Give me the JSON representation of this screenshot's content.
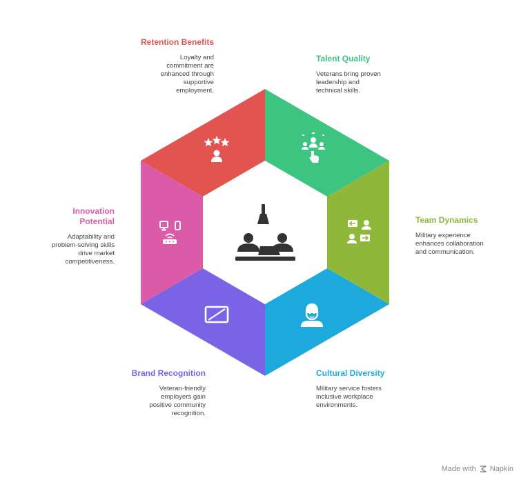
{
  "segments": [
    {
      "id": "retention",
      "title": "Retention Benefits",
      "desc": [
        "Loyalty and",
        "commitment are",
        "enhanced through",
        "supportive",
        "employment."
      ],
      "color": "#E2544F",
      "icon": "stars-person-icon"
    },
    {
      "id": "talent",
      "title": "Talent Quality",
      "desc": [
        "Veterans bring proven",
        "leadership and",
        "technical skills."
      ],
      "color": "#3DC481",
      "icon": "team-tap-icon"
    },
    {
      "id": "team",
      "title": "Team Dynamics",
      "desc": [
        "Military experience",
        "enhances collaboration",
        "and communication."
      ],
      "color": "#8FB83A",
      "icon": "exchange-people-icon"
    },
    {
      "id": "cultural",
      "title": "Cultural Diversity",
      "desc": [
        "Military service fosters",
        "inclusive workplace",
        "environments."
      ],
      "color": "#1EA9DC",
      "icon": "face-person-icon"
    },
    {
      "id": "brand",
      "title": "Brand Recognition",
      "desc": [
        "Veteran-friendly",
        "employers gain",
        "positive community",
        "recognition."
      ],
      "color": "#7B63E6",
      "icon": "frame-slash-icon"
    },
    {
      "id": "innovation",
      "title": "Innovation",
      "title2": "Potential",
      "desc": [
        "Adaptability and",
        "problem-solving skills",
        "drive market",
        "competitiveness."
      ],
      "color": "#DC5BA8",
      "icon": "network-router-icon"
    }
  ],
  "center_icon": "meeting-table-icon",
  "footer": {
    "made_with": "Made with",
    "brand": "Napkin"
  }
}
